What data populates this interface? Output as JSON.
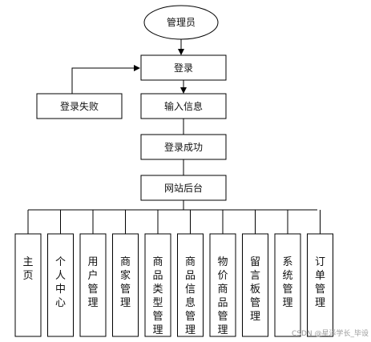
{
  "diagram": {
    "start": "管理员",
    "steps": {
      "login": "登录",
      "login_fail": "登录失败",
      "input_info": "输入信息",
      "login_success": "登录成功",
      "backend": "网站后台"
    },
    "modules": [
      "主页",
      "个人中心",
      "用户管理",
      "商家管理",
      "商品类型管理",
      "商品信息管理",
      "物价商品管理",
      "留言板管理",
      "系统管理",
      "订单管理"
    ],
    "watermark": "CSDN @星泽学长_毕设"
  }
}
